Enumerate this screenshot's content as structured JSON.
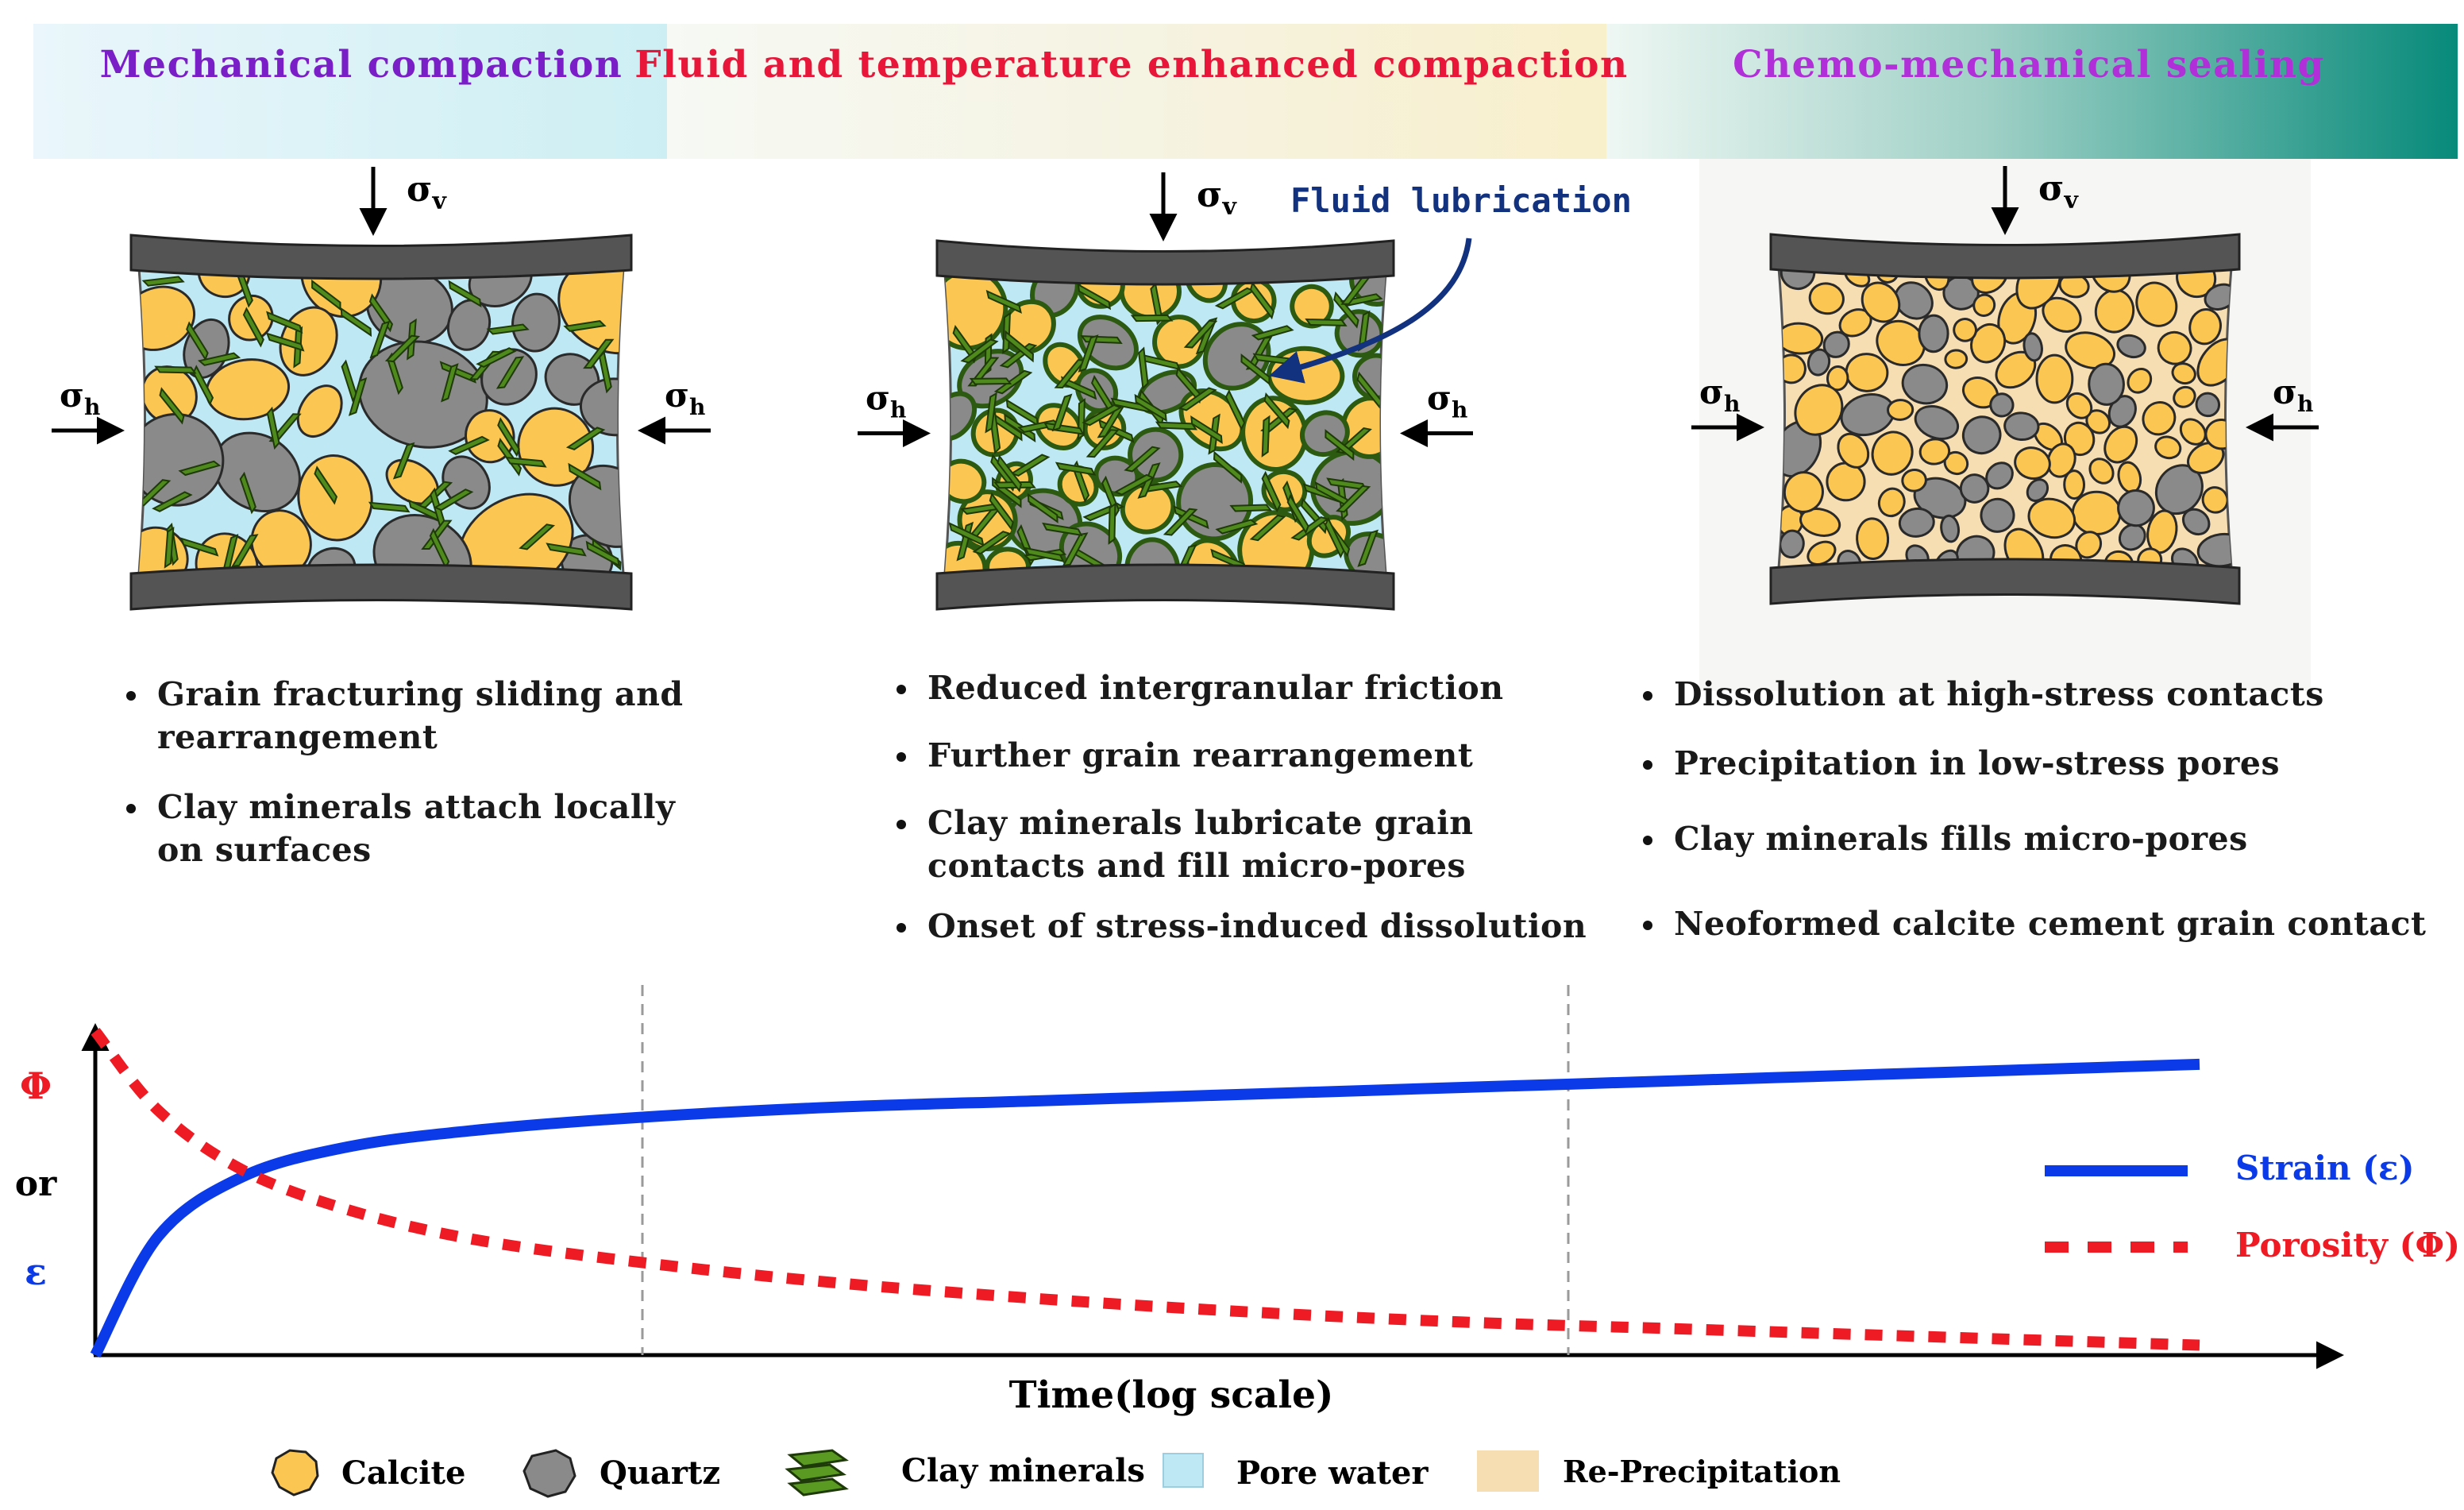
{
  "stages": [
    {
      "title": "Mechanical compaction",
      "title_color": "#7a1fc7",
      "bullets": [
        [
          "Grain fracturing sliding and",
          "rearrangement"
        ],
        [
          "Clay minerals attach locally",
          "on surfaces"
        ]
      ]
    },
    {
      "title": "Fluid and temperature enhanced compaction",
      "title_color": "#e8173a",
      "annotation": "Fluid  lubrication",
      "annotation_color": "#12327f",
      "bullets": [
        [
          "Reduced intergranular friction"
        ],
        [
          "Further grain rearrangement"
        ],
        [
          "Clay minerals lubricate grain",
          "contacts and fill micro-pores"
        ],
        [
          "Onset of stress-induced  dissolution"
        ]
      ]
    },
    {
      "title": "Chemo-mechanical sealing",
      "title_color": "#b12fd8",
      "bullets": [
        [
          "Dissolution at high-stress contacts"
        ],
        [
          "Precipitation in low-stress pores"
        ],
        [
          "Clay minerals fills micro-pores"
        ],
        [
          "Neoformed calcite cement grain contact"
        ]
      ]
    }
  ],
  "stress_labels": {
    "vertical": "σ",
    "vertical_sub": "v",
    "horizontal": "σ",
    "horizontal_sub": "h"
  },
  "chart": {
    "y_label": {
      "phi": "Φ",
      "or": "or",
      "eps": "ε"
    },
    "x_label": "Time(log scale)",
    "legend": [
      {
        "name": "Strain (ε)",
        "color": "#0b3be8",
        "style": "solid"
      },
      {
        "name": "Porosity (Φ)",
        "color": "#ee1b24",
        "style": "dashed"
      }
    ]
  },
  "chart_data": {
    "type": "line",
    "xlabel": "Time(log scale)",
    "ylabel": "Φ or ε",
    "x_scale": "log",
    "grid": false,
    "stage_dividers_x": [
      0.26,
      0.7
    ],
    "series": [
      {
        "name": "Strain (ε)",
        "x": [
          0.0,
          0.03,
          0.07,
          0.12,
          0.18,
          0.26,
          0.35,
          0.45,
          0.55,
          0.65,
          0.75,
          0.85,
          0.95,
          1.0
        ],
        "y": [
          0.0,
          0.36,
          0.54,
          0.63,
          0.68,
          0.72,
          0.75,
          0.77,
          0.79,
          0.81,
          0.83,
          0.85,
          0.87,
          0.88
        ]
      },
      {
        "name": "Porosity (Φ)",
        "x": [
          0.0,
          0.03,
          0.07,
          0.12,
          0.18,
          0.26,
          0.35,
          0.45,
          0.55,
          0.65,
          0.75,
          0.85,
          0.95,
          1.0
        ],
        "y": [
          0.98,
          0.74,
          0.56,
          0.44,
          0.35,
          0.28,
          0.22,
          0.17,
          0.13,
          0.1,
          0.08,
          0.06,
          0.04,
          0.03
        ]
      }
    ]
  },
  "legend_items": [
    "Calcite",
    "Quartz",
    "Clay  minerals",
    "Pore  water",
    "Re-Precipitation"
  ],
  "colors": {
    "calcite": "#fcc652",
    "quartz": "#8a8a8a",
    "clay": "#4f8a1d",
    "pore_water": "#bfe8f5",
    "reprecip": "#f7deb2",
    "platen": "#545454"
  }
}
